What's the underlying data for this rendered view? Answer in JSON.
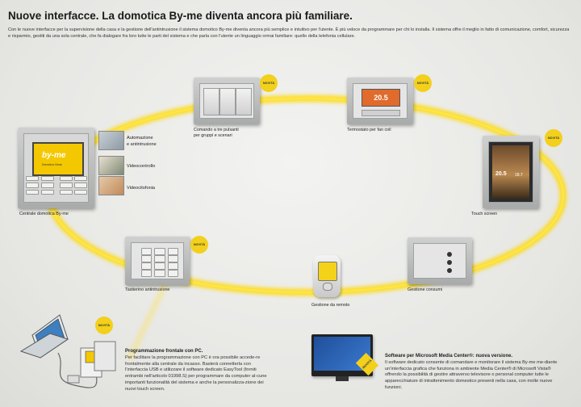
{
  "header": {
    "title": "Nuove interfacce. La domotica By-me diventa ancora più familiare.",
    "intro": "Con le nuove interfacce per la supervisione della casa e la gestione dell'antintrusione il sistema domotico By-me diventa ancora più semplice e intuitivo per l'utente. È più veloce da programmare per chi lo installa. Il sistema offre il meglio in fatto di comunicazione, comfort, sicurezza e risparmio, gestiti da una sola centrale, che fa dialogare fra loro tutte le parti del sistema e che parla con l'utente un linguaggio ormai familiare: quello della telefonia cellulare."
  },
  "badge": "NOVITÀ",
  "central": {
    "screen_logo": "by-me",
    "screen_sub": "Domotica Vimar",
    "label": "Centrale domotica By-me",
    "features": [
      "Automazione\ne antintrusione",
      "Videocontrollo",
      "Videocitofonia"
    ]
  },
  "devices": {
    "scene_buttons": "Comando a tre pulsanti\nper gruppi e scenari",
    "thermostat": "Termostato per fan coil",
    "thermostat_display": "20.5",
    "touch_screen": "Touch screen",
    "touch_temp": "20.5",
    "touch_temp2": "18.7",
    "keypad": "Tastierino antintrusione",
    "remote": "Gestione da remoto",
    "consumption": "Gestione consumi"
  },
  "pc_block": {
    "title": "Programmazione frontale con PC.",
    "text": "Per facilitare la programmazione con PC è ora possibile accede-re frontalmente alla centrale da incasso. Basterà connetterla con l'interfaccia USB e utilizzare il software dedicato EasyTool (forniti entrambi nell'articolo 01998.S) per programmare da computer al-cune importanti funzionalità del sistema e anche la personalizza-zione dei nuovi touch screen."
  },
  "mc_block": {
    "title": "Software per Microsoft Media Center®: nuova versione.",
    "text": "Il software dedicato consente di comandare e monitorare il sistema By-me me-diante un'interfaccia grafica che funziona in ambiente Media Center® di Microsoft Vista® offrendo la possibilità di gestire attraverso televisore o personal computer tutte le apparecchiature di intrattenimento domestico presenti nella casa, con molte nuove funzioni.",
    "tv_tag": "NOVITÀ"
  }
}
